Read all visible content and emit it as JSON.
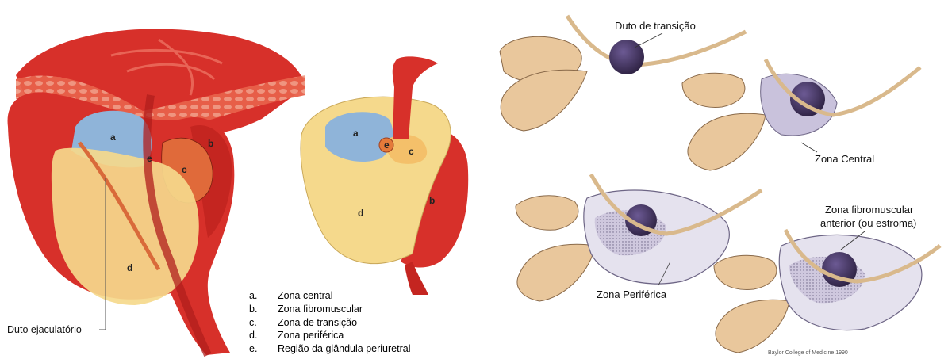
{
  "left_figure": {
    "labels": {
      "a": "a",
      "b": "b",
      "c": "c",
      "d": "d",
      "e": "e"
    },
    "callout": "Duto ejaculatório"
  },
  "middle_figure": {
    "labels": {
      "a": "a",
      "b": "b",
      "c": "c",
      "d": "d",
      "e": "e"
    }
  },
  "legend": [
    {
      "letter": "a.",
      "text": "Zona central"
    },
    {
      "letter": "b.",
      "text": "Zona fibromuscular"
    },
    {
      "letter": "c.",
      "text": "Zona de transição"
    },
    {
      "letter": "d.",
      "text": "Zona periférica"
    },
    {
      "letter": "e.",
      "text": "Região da glândula periuretral"
    }
  ],
  "right_figure": {
    "labels": {
      "transition_duct": "Duto de transição",
      "central_zone": "Zona Central",
      "peripheral_zone": "Zona Periférica",
      "fibromuscular_line1": "Zona fibromuscular",
      "fibromuscular_line2": "anterior (ou estroma)"
    },
    "credit": "Baylor College of Medicine 1990"
  },
  "colors": {
    "red": "#d7302a",
    "dark_red": "#b01e1c",
    "blue_central": "#8fb4d9",
    "yellow_peripheral": "#f5d98c",
    "orange_transition": "#e06a3a",
    "tan_vesicle": "#e9c79c",
    "purple_transition": "#4a3b6b",
    "lavender_zone": "#c9c2dc"
  }
}
